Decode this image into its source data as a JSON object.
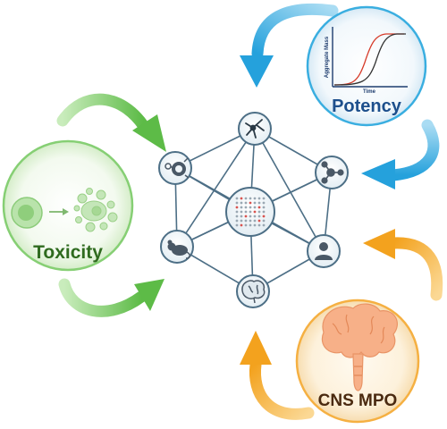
{
  "labels": {
    "toxicity": "Toxicity",
    "potency": "Potency",
    "cns_mpo": "CNS MPO"
  },
  "potency_plot": {
    "xlabel": "Time",
    "ylabel": "Aggregate Mass"
  },
  "network_nodes": [
    {
      "id": "neuron",
      "icon": "neuron-icon"
    },
    {
      "id": "cell",
      "icon": "cell-icon"
    },
    {
      "id": "molecule",
      "icon": "molecule-icon"
    },
    {
      "id": "mouse",
      "icon": "mouse-icon"
    },
    {
      "id": "person",
      "icon": "person-icon"
    },
    {
      "id": "brain",
      "icon": "brain-icon"
    },
    {
      "id": "assay-plate",
      "icon": "well-plate-icon"
    }
  ],
  "colors": {
    "green": "#7fcc6a",
    "blue": "#3aaee0",
    "orange": "#f5b042",
    "node_stroke": "#4d6f86",
    "node_fill": "#eef4f8"
  }
}
